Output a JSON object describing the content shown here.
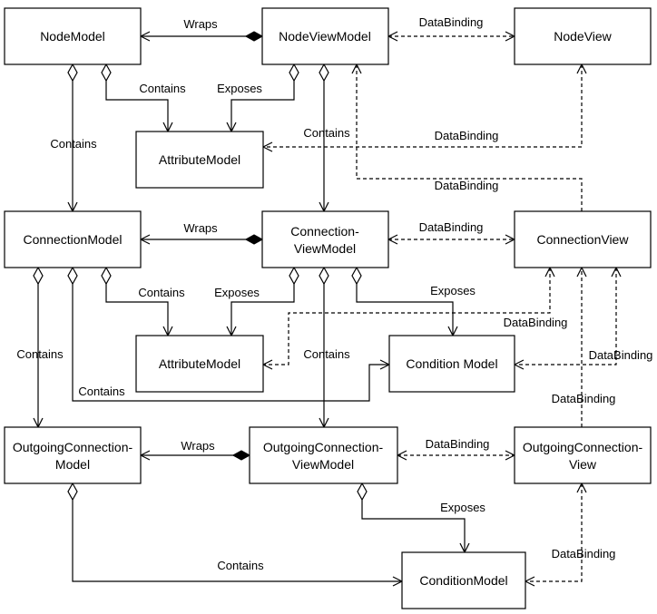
{
  "nodes": {
    "node_model": [
      "NodeModel"
    ],
    "node_view_model": [
      "NodeViewModel"
    ],
    "node_view": [
      "NodeView"
    ],
    "attribute_model_1": [
      "AttributeModel"
    ],
    "connection_model": [
      "ConnectionModel"
    ],
    "connection_view_model": [
      "Connection-",
      "ViewModel"
    ],
    "connection_view": [
      "ConnectionView"
    ],
    "attribute_model_2": [
      "AttributeModel"
    ],
    "condition_model_1": [
      "Condition Model"
    ],
    "outgoing_connection_model": [
      "OutgoingConnection-",
      "Model"
    ],
    "outgoing_connection_view_model": [
      "OutgoingConnection-",
      "ViewModel"
    ],
    "outgoing_connection_view": [
      "OutgoingConnection-",
      "View"
    ],
    "condition_model_2": [
      "ConditionModel"
    ]
  },
  "edges": {
    "wraps_1": "Wraps",
    "databinding_nvm_nv": "DataBinding",
    "contains_nm_attr": "Contains",
    "exposes_nvm_attr": "Exposes",
    "contains_nm_cm": "Contains",
    "contains_nvm_cvm": "Contains",
    "databinding_nv_attr": "DataBinding",
    "databinding_cv_nvm": "DataBinding",
    "wraps_2": "Wraps",
    "databinding_cvm_cv": "DataBinding",
    "contains_cm_attr": "Contains",
    "exposes_cvm_attr": "Exposes",
    "exposes_cvm_cond": "Exposes",
    "databinding_cv_attr": "DataBinding",
    "databinding_cv_cond": "DataBinding",
    "contains_cm_ocm": "Contains",
    "contains_cvm_ocvm": "Contains",
    "contains_cm_cond": "Contains",
    "databinding_ocv_cv": "DataBinding",
    "wraps_3": "Wraps",
    "databinding_ocvm_ocv": "DataBinding",
    "exposes_ocvm_cond": "Exposes",
    "contains_ocm_cond": "Contains",
    "databinding_ocv_cond": "DataBinding"
  }
}
